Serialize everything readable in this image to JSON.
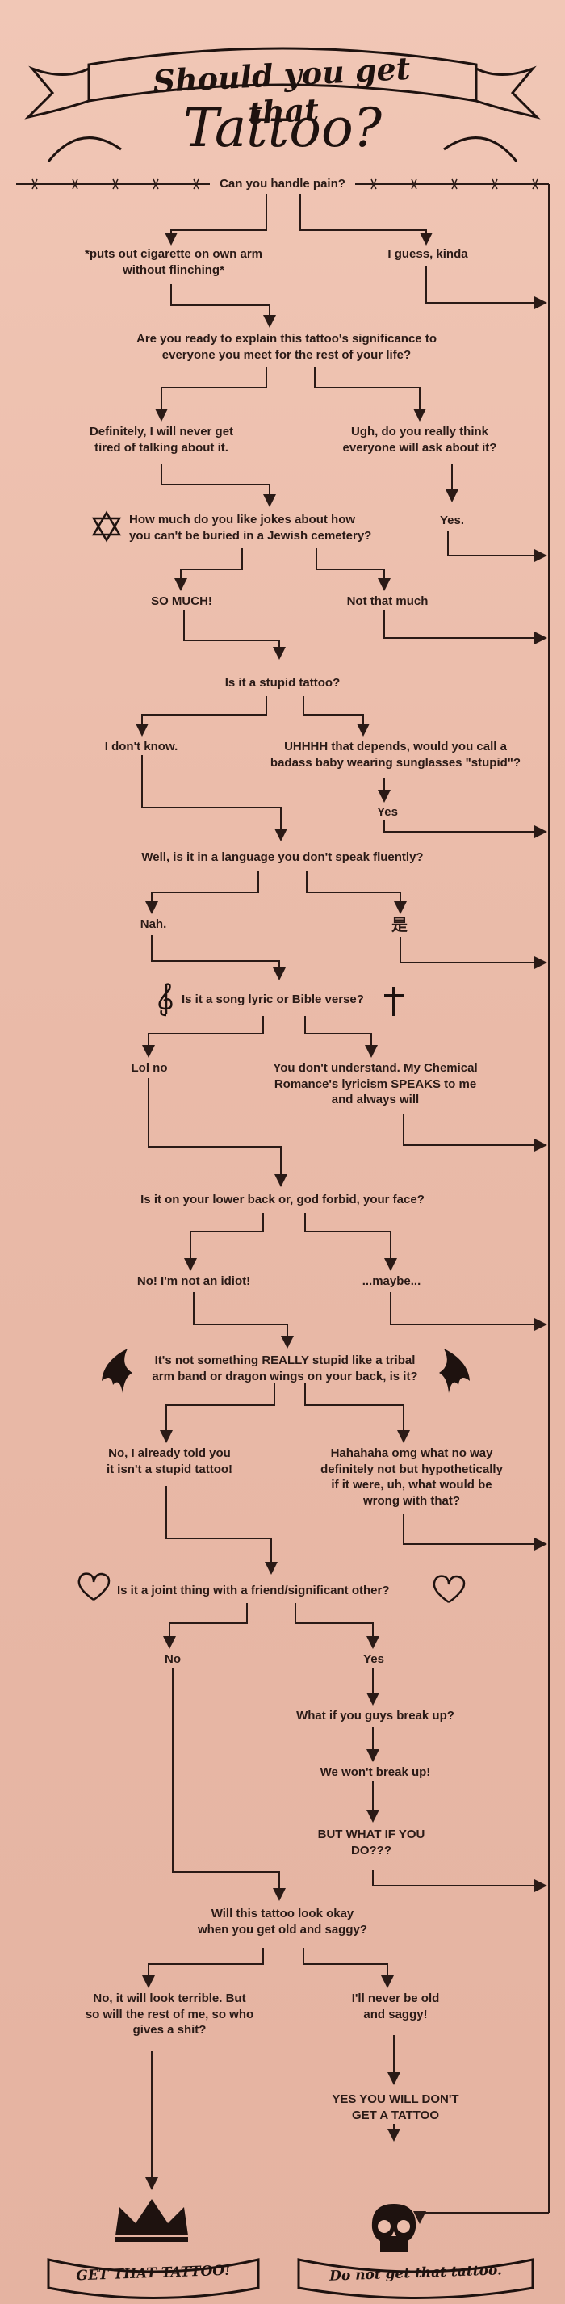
{
  "title": {
    "line1": "Should you get that",
    "line2": "Tattoo?"
  },
  "nodes": {
    "q_pain": "Can you handle pain?",
    "a_cigarette": "*puts out cigarette on own arm\nwithout flinching*",
    "a_kinda": "I guess, kinda",
    "q_explain": "Are you ready to explain this tattoo's significance to\neveryone you meet for the rest of your life?",
    "a_definitely": "Definitely, I will never get\ntired of talking about it.",
    "a_ugh": "Ugh, do you really think\neveryone will ask about it?",
    "a_yes1": "Yes.",
    "q_jokes": "How much do you like jokes about how\nyou can't be buried in a Jewish cemetery?",
    "a_somuch": "SO MUCH!",
    "a_notmuch": "Not that much",
    "q_stupid": "Is it a stupid tattoo?",
    "a_dontknow": "I don't know.",
    "a_uhhhh": "UHHHH that depends, would you call a\nbadass baby wearing sunglasses \"stupid\"?",
    "a_yes2": "Yes",
    "q_language": "Well, is it in a language you don't speak fluently?",
    "a_nah": "Nah.",
    "a_kanji": "是",
    "q_lyric": "Is it a song lyric or Bible verse?",
    "a_lolno": "Lol no",
    "a_mcr": "You don't understand. My Chemical\nRomance's lyricism SPEAKS to me\nand always will",
    "q_lowerback": "Is it on your lower back or, god forbid, your face?",
    "a_noidiot": "No! I'm not an idiot!",
    "a_maybe": "...maybe...",
    "q_tribal": "It's not something REALLY stupid like a tribal\narm band or dragon wings on your back, is it?",
    "a_already": "No, I already told you\nit isn't a stupid tattoo!",
    "a_hahaha": "Hahahaha omg what no way\ndefinitely not but hypothetically\nif it were, uh, what would be\nwrong with that?",
    "q_joint": "Is it a joint thing with a friend/significant other?",
    "a_no": "No",
    "a_yes3": "Yes",
    "q_breakup": "What if you guys break up?",
    "a_wewont": "We won't break up!",
    "a_whatif": "BUT WHAT IF YOU\nDO???",
    "q_old": "Will this tattoo look okay\nwhen you get old and saggy?",
    "a_terrible": "No, it will look terrible. But\nso will the rest of me, so who\ngives a shit?",
    "a_neverold": "I'll never be old\nand saggy!",
    "a_youwill": "YES YOU WILL DON'T\nGET A TATTOO"
  },
  "endings": {
    "get": "GET THAT TATTOO!",
    "dont": "Do not get that tattoo."
  },
  "icons": [
    "star-of-david-icon",
    "treble-clef-icon",
    "cross-icon",
    "dragon-icon",
    "heart-icon",
    "crown-icon",
    "skull-icon",
    "barbed-wire-icon"
  ],
  "colors": {
    "background": "#ebbcaa",
    "ink": "#2a1a16"
  }
}
